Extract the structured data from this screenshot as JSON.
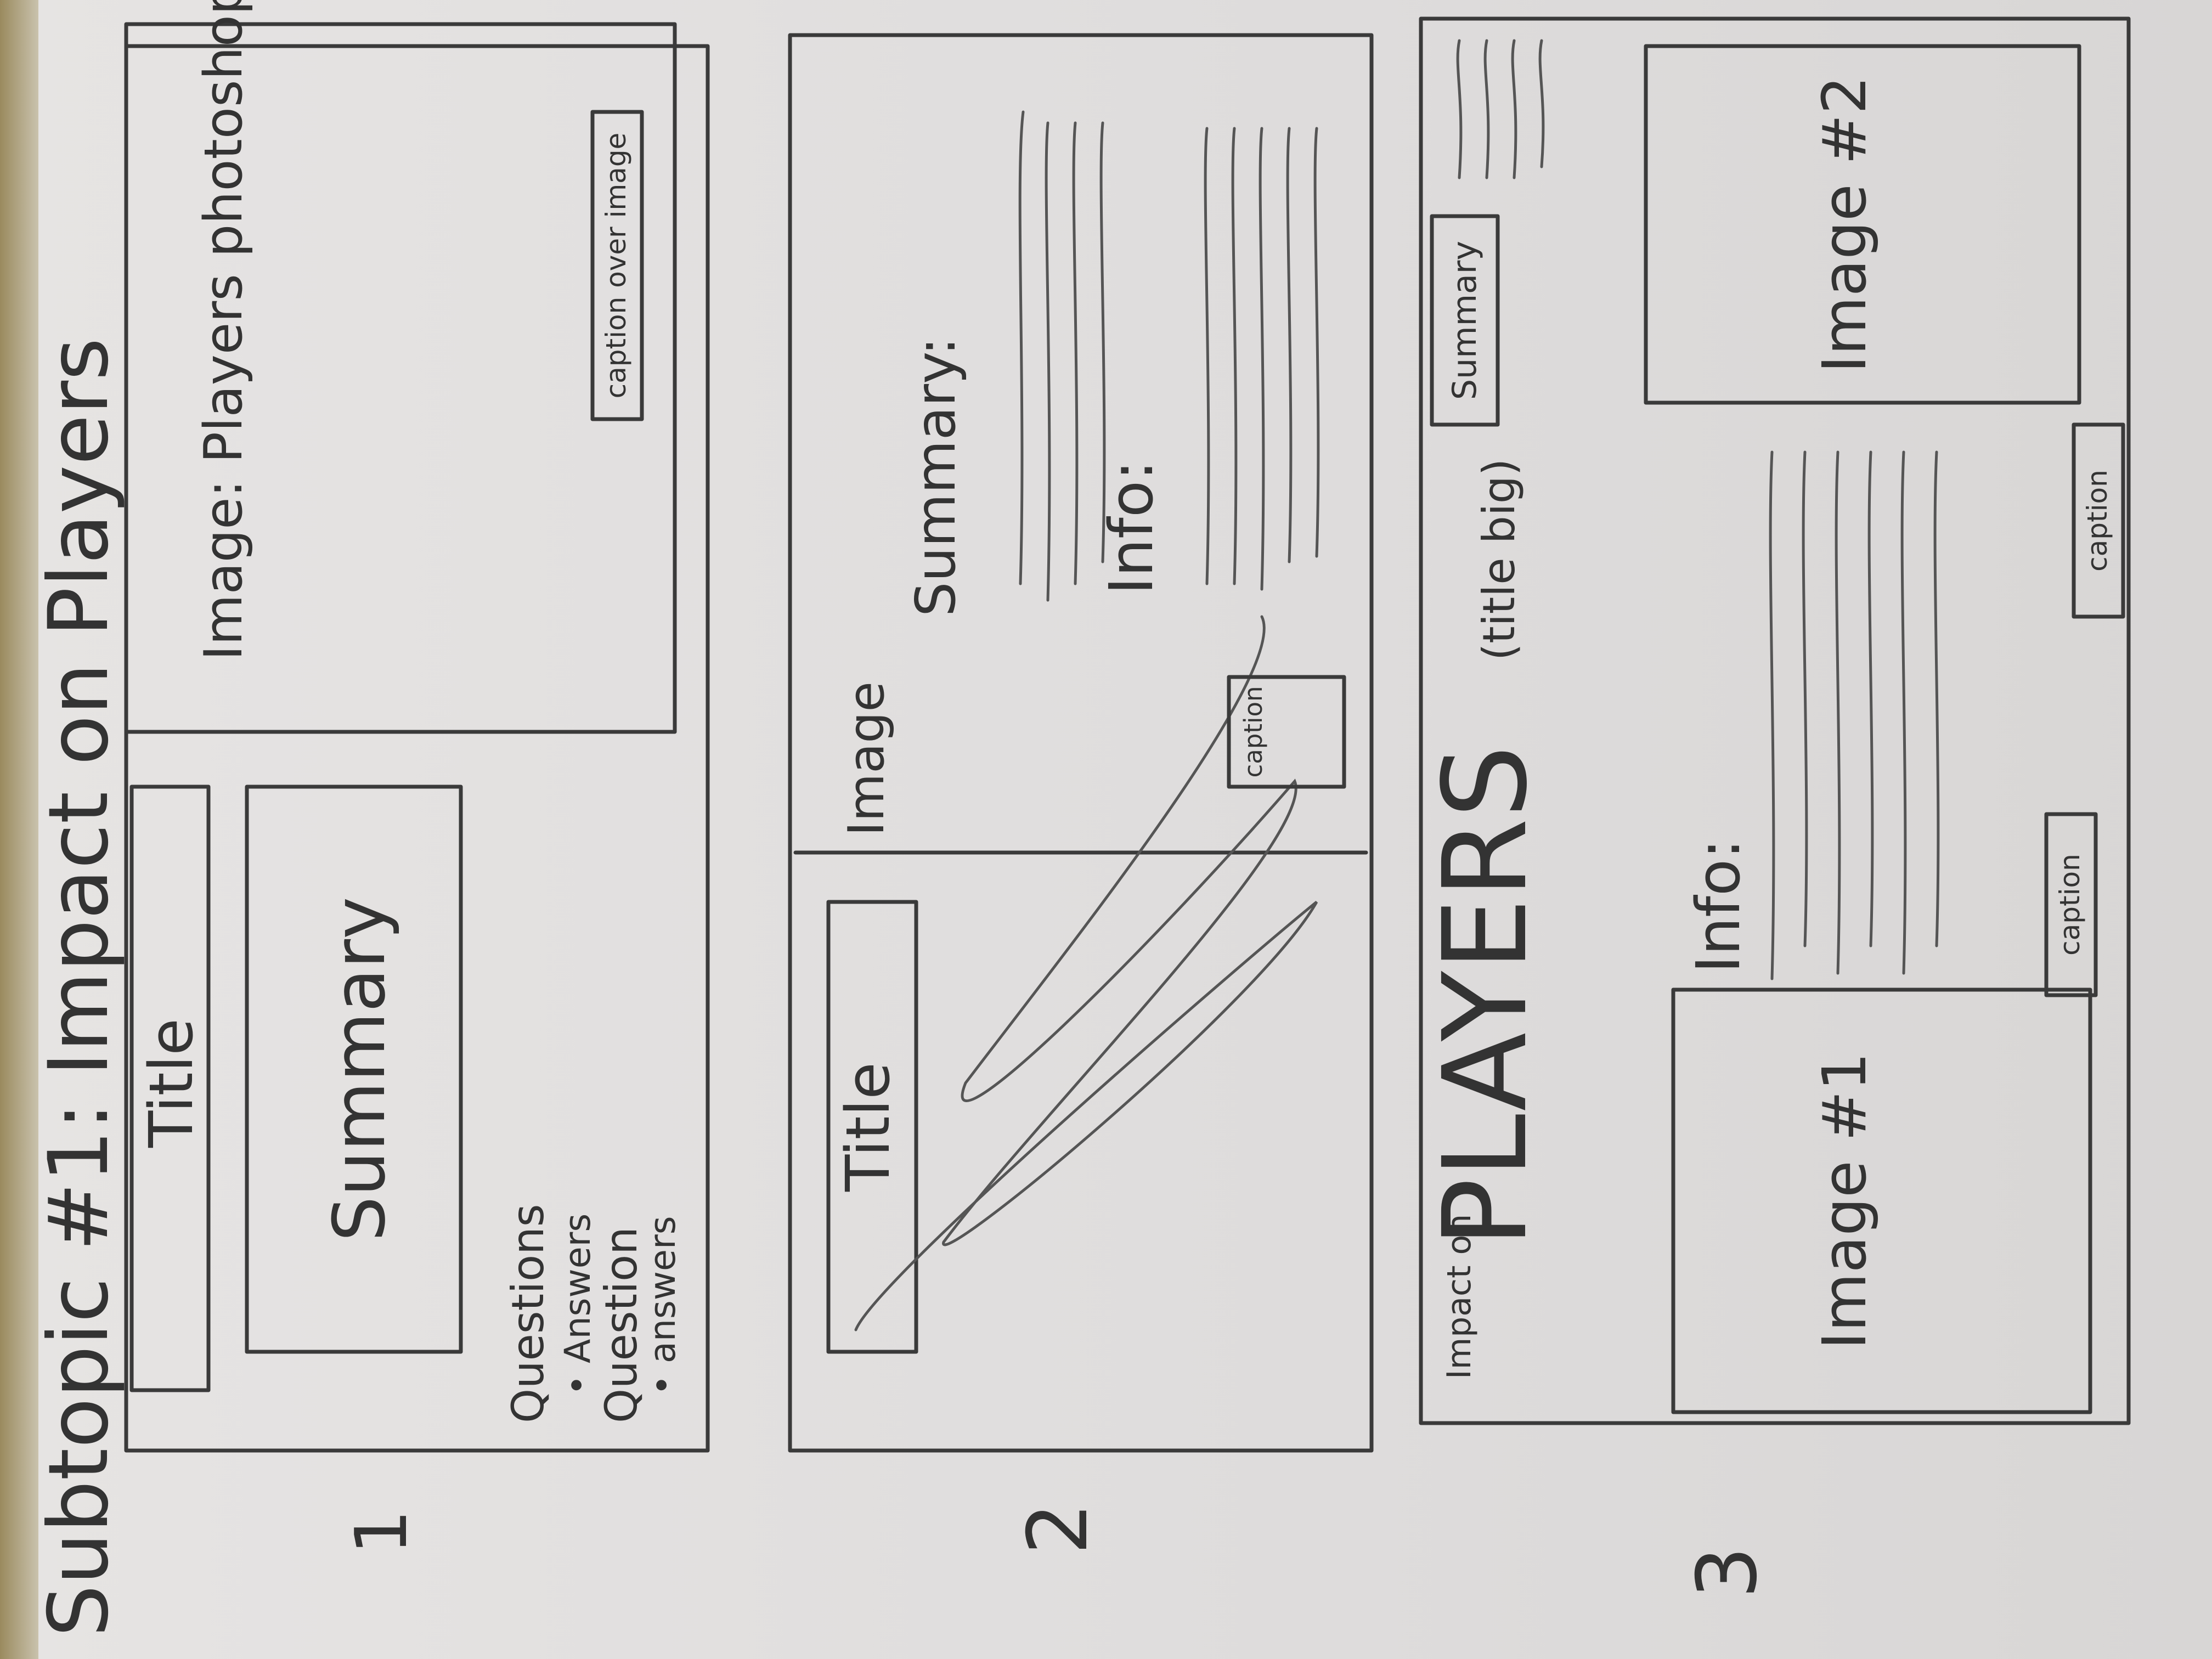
{
  "header": "Subtopic #1: Impact on Players",
  "panels": [
    {
      "number": "1",
      "title": "Title",
      "summary": "Summary",
      "image_note": "Image: Players photoshoped with blank background",
      "caption_note": "caption over image",
      "qa": [
        "Questions",
        "• Answers",
        "Question",
        "• answers"
      ]
    },
    {
      "number": "2",
      "title": "Title",
      "image_label": "Image",
      "summary": "Summary:",
      "info": "Info:",
      "caption": "caption"
    },
    {
      "number": "3",
      "impact": "Impact on",
      "title_big": "PLAYERS",
      "title_note": "(title big)",
      "summary_box": "Summary",
      "info": "Info:",
      "image1": "Image #1",
      "image2": "Image #2",
      "caption1": "caption",
      "caption2": "caption"
    }
  ]
}
